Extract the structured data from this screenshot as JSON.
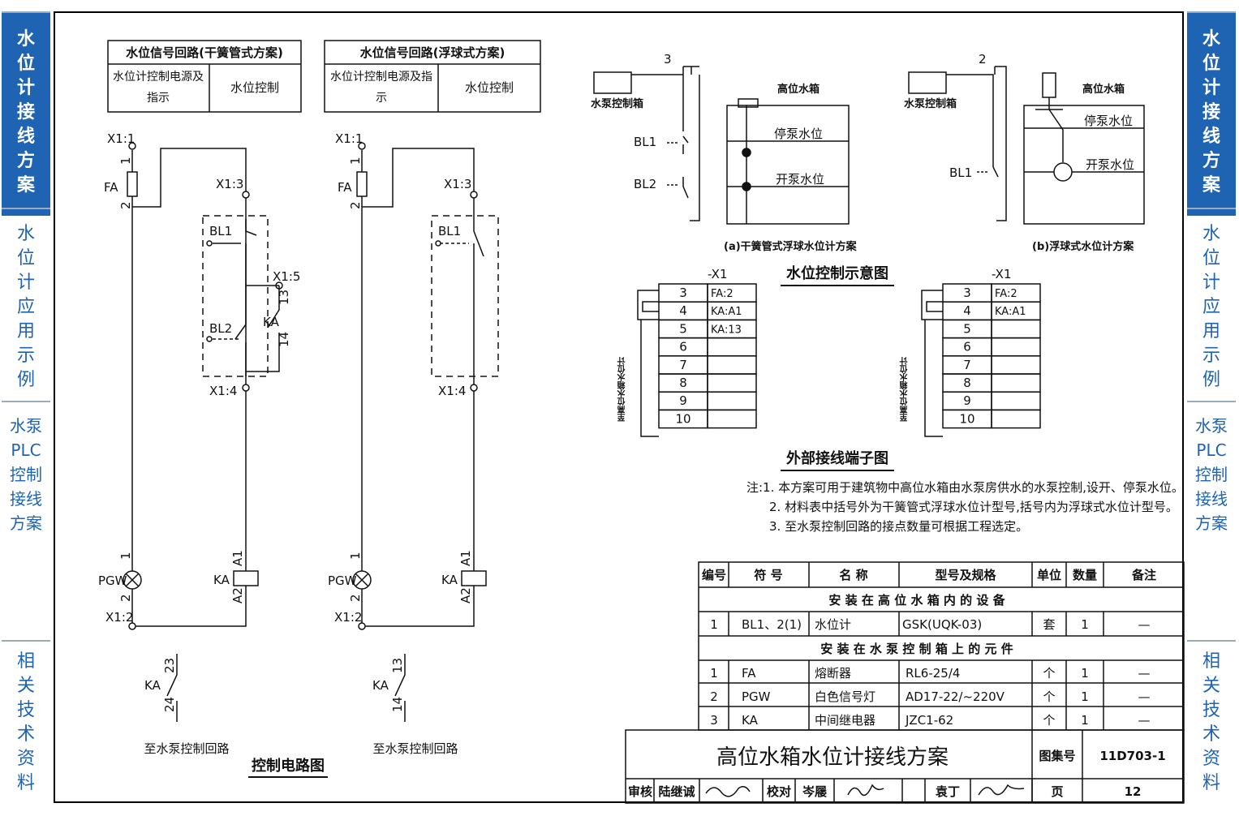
{
  "side_tabs": [
    {
      "label": "水位计接线方案",
      "active": true
    },
    {
      "label": "水位计应用示例",
      "active": false
    },
    {
      "label": "水泵PLC控制接线方案",
      "active": false
    },
    {
      "label": "相关技术资料",
      "active": false
    }
  ],
  "circuit_left": {
    "header_title": "水位信号回路(干簧管式方案)",
    "header_col1": "水位计控制电源及指示",
    "header_col2": "水位控制",
    "labels": {
      "x11": "X1:1",
      "fa": "FA",
      "x13": "X1:3",
      "bl1": "BL1",
      "x15": "X1:5",
      "bl2": "BL2",
      "ka": "KA",
      "x14": "X1:4",
      "pgw": "PGW",
      "ka_coil": "KA",
      "x12": "X1:2",
      "n1": "1",
      "n2": "2",
      "n2b": "2",
      "n1b": "1",
      "na1": "A1",
      "na2": "A2",
      "n13": "13",
      "n14": "14",
      "ka_c": "KA",
      "n23": "23",
      "n24": "24"
    },
    "footer": "至水泵控制回路"
  },
  "circuit_right": {
    "header_title": "水位信号回路(浮球式方案)",
    "header_col1": "水位计控制电源及指示",
    "header_col2": "水位控制",
    "labels": {
      "x11": "X1:1",
      "fa": "FA",
      "x13": "X1:3",
      "bl1": "BL1",
      "x14": "X1:4",
      "pgw": "PGW",
      "ka_coil": "KA",
      "x12": "X1:2",
      "n1": "1",
      "n2": "2",
      "n2b": "2",
      "n1b": "1",
      "na1": "A1",
      "na2": "A2",
      "ka_c": "KA",
      "n13": "13",
      "n14": "14"
    },
    "footer": "至水泵控制回路"
  },
  "control_title": "控制电路图",
  "schematic": {
    "a": {
      "wire_no": "3",
      "box": "水泵控制箱",
      "bl1": "BL1",
      "bl2": "BL2",
      "tank": "高位水箱",
      "stop": "停泵水位",
      "start": "开泵水位",
      "caption": "(a)干簧管式浮球水位计方案"
    },
    "b": {
      "wire_no": "2",
      "box": "水泵控制箱",
      "bl1": "BL1",
      "tank": "高位水箱",
      "stop": "停泵水位",
      "start": "开泵水位",
      "caption": "(b)浮球式水位计方案"
    },
    "title": "水位控制示意图"
  },
  "terminal_a": {
    "name": "-X1",
    "rows": [
      [
        "3",
        "FA:2"
      ],
      [
        "4",
        "KA:A1"
      ],
      [
        "5",
        "KA:13"
      ],
      [
        "6",
        ""
      ],
      [
        "7",
        ""
      ],
      [
        "8",
        ""
      ],
      [
        "9",
        ""
      ],
      [
        "10",
        ""
      ]
    ],
    "side": "至高位水箱水位计"
  },
  "terminal_b": {
    "name": "-X1",
    "rows": [
      [
        "3",
        "FA:2"
      ],
      [
        "4",
        "KA:A1"
      ],
      [
        "5",
        ""
      ],
      [
        "6",
        ""
      ],
      [
        "7",
        ""
      ],
      [
        "8",
        ""
      ],
      [
        "9",
        ""
      ],
      [
        "10",
        ""
      ]
    ],
    "side": "至高位水箱水位计"
  },
  "terminal_title": "外部接线端子图",
  "notes": [
    "注:1. 本方案可用于建筑物中高位水箱由水泵房供水的水泵控制,设开、停泵水位。",
    "2. 材料表中括号外为干簧管式浮球水位计型号,括号内为浮球式水位计型号。",
    "3. 至水泵控制回路的接点数量可根据工程选定。"
  ],
  "materials": {
    "headers": [
      "编号",
      "符 号",
      "名 称",
      "型号及规格",
      "单位",
      "数量",
      "备注"
    ],
    "section1": "安 装 在 高 位 水 箱 内 的 设 备",
    "row1": [
      "1",
      "BL1、2(1)",
      "水位计",
      "GSK(UQK-03)",
      "套",
      "1",
      "—"
    ],
    "section2": "安 装 在 水 泵 控 制 箱 上 的 元 件",
    "rows": [
      [
        "1",
        "FA",
        "熔断器",
        "RL6-25/4",
        "个",
        "1",
        "—"
      ],
      [
        "2",
        "PGW",
        "白色信号灯",
        "AD17-22/~220V",
        "个",
        "1",
        "—"
      ],
      [
        "3",
        "KA",
        "中间继电器",
        "JZC1-62",
        "个",
        "1",
        "—"
      ]
    ]
  },
  "title_block": {
    "title": "高位水箱水位计接线方案",
    "atlas_label": "图集号",
    "atlas_no": "11D703-1",
    "review": "审核",
    "reviewer": "陆继诚",
    "check": "校对",
    "checker": "岑屦",
    "designer": "袁丁",
    "page_label": "页",
    "page_no": "12"
  }
}
